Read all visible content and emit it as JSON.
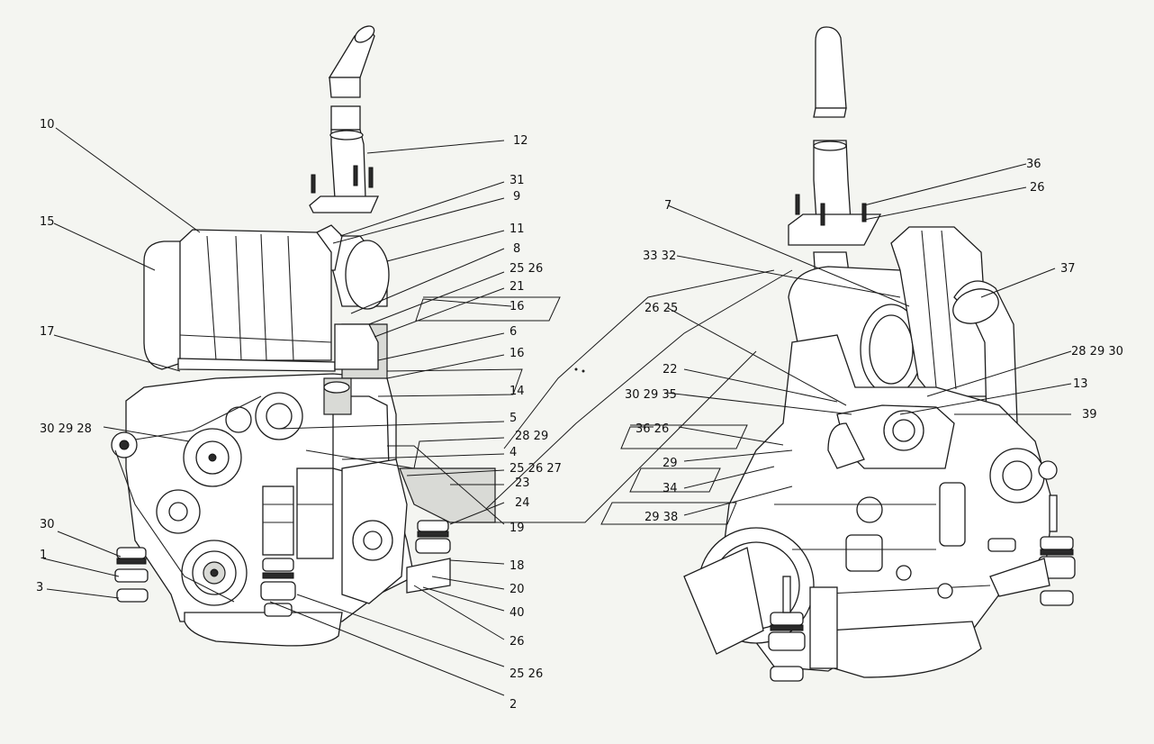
{
  "callouts_left": [
    {
      "id": "c10",
      "text": "10"
    },
    {
      "id": "c12",
      "text": "12"
    },
    {
      "id": "c31",
      "text": "31"
    },
    {
      "id": "c9",
      "text": "9"
    },
    {
      "id": "c15",
      "text": "15"
    },
    {
      "id": "c11",
      "text": "11"
    },
    {
      "id": "c8",
      "text": "8"
    },
    {
      "id": "c2526a",
      "text": "25 26"
    },
    {
      "id": "c21",
      "text": "21"
    },
    {
      "id": "c16a",
      "text": "16"
    },
    {
      "id": "c6",
      "text": "6"
    },
    {
      "id": "c17",
      "text": "17"
    },
    {
      "id": "c16b",
      "text": "16"
    },
    {
      "id": "c14",
      "text": "14"
    },
    {
      "id": "c302928",
      "text": "30 29 28"
    },
    {
      "id": "c5",
      "text": "5"
    },
    {
      "id": "c2829",
      "text": "28 29"
    },
    {
      "id": "c4",
      "text": "4"
    },
    {
      "id": "c252627",
      "text": "25 26 27"
    },
    {
      "id": "c23",
      "text": "23"
    },
    {
      "id": "c24",
      "text": "24"
    },
    {
      "id": "c19",
      "text": "19"
    },
    {
      "id": "c30",
      "text": "30"
    },
    {
      "id": "c1",
      "text": "1"
    },
    {
      "id": "c18",
      "text": "18"
    },
    {
      "id": "c3",
      "text": "3"
    },
    {
      "id": "c20",
      "text": "20"
    },
    {
      "id": "c40",
      "text": "40"
    },
    {
      "id": "c26",
      "text": "26"
    },
    {
      "id": "c2526b",
      "text": "25 26"
    },
    {
      "id": "c2",
      "text": "2"
    }
  ],
  "callouts_right": [
    {
      "id": "r36",
      "text": "36"
    },
    {
      "id": "r26a",
      "text": "26"
    },
    {
      "id": "r7",
      "text": "7"
    },
    {
      "id": "r3332",
      "text": "33 32"
    },
    {
      "id": "r37",
      "text": "37"
    },
    {
      "id": "r2625",
      "text": "26 25"
    },
    {
      "id": "r282930",
      "text": "28 29 30"
    },
    {
      "id": "r22",
      "text": "22"
    },
    {
      "id": "r13",
      "text": "13"
    },
    {
      "id": "r302935",
      "text": "30 29 35"
    },
    {
      "id": "r39",
      "text": "39"
    },
    {
      "id": "r3626",
      "text": "36 26"
    },
    {
      "id": "r29",
      "text": "29"
    },
    {
      "id": "r34",
      "text": "34"
    },
    {
      "id": "r2938",
      "text": "29 38"
    }
  ]
}
